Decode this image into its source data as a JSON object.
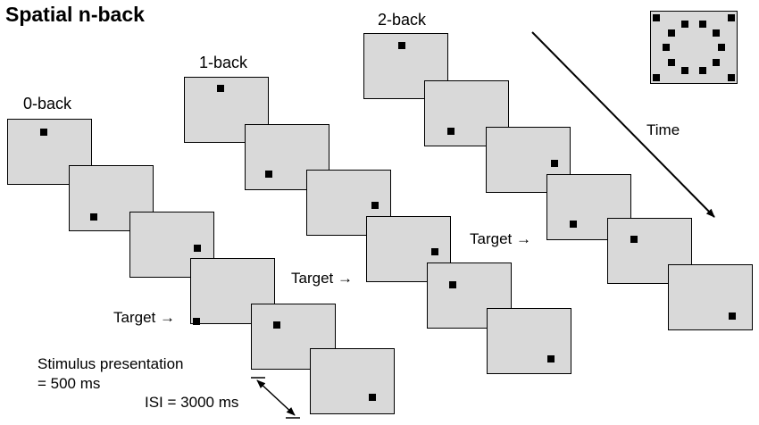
{
  "title": "Spatial n-back",
  "conditions": [
    {
      "label": "0-back",
      "targetLabel": "Target →"
    },
    {
      "label": "1-back",
      "targetLabel": "Target →"
    },
    {
      "label": "2-back",
      "targetLabel": "Target →"
    }
  ],
  "timeLabel": "Time",
  "stimulus": {
    "line1": "Stimulus presentation",
    "line2": "= 500 ms"
  },
  "isi": "ISI = 3000 ms",
  "colors": {
    "frame": "#d9d9d9",
    "border": "#000000",
    "dot": "#000000"
  }
}
